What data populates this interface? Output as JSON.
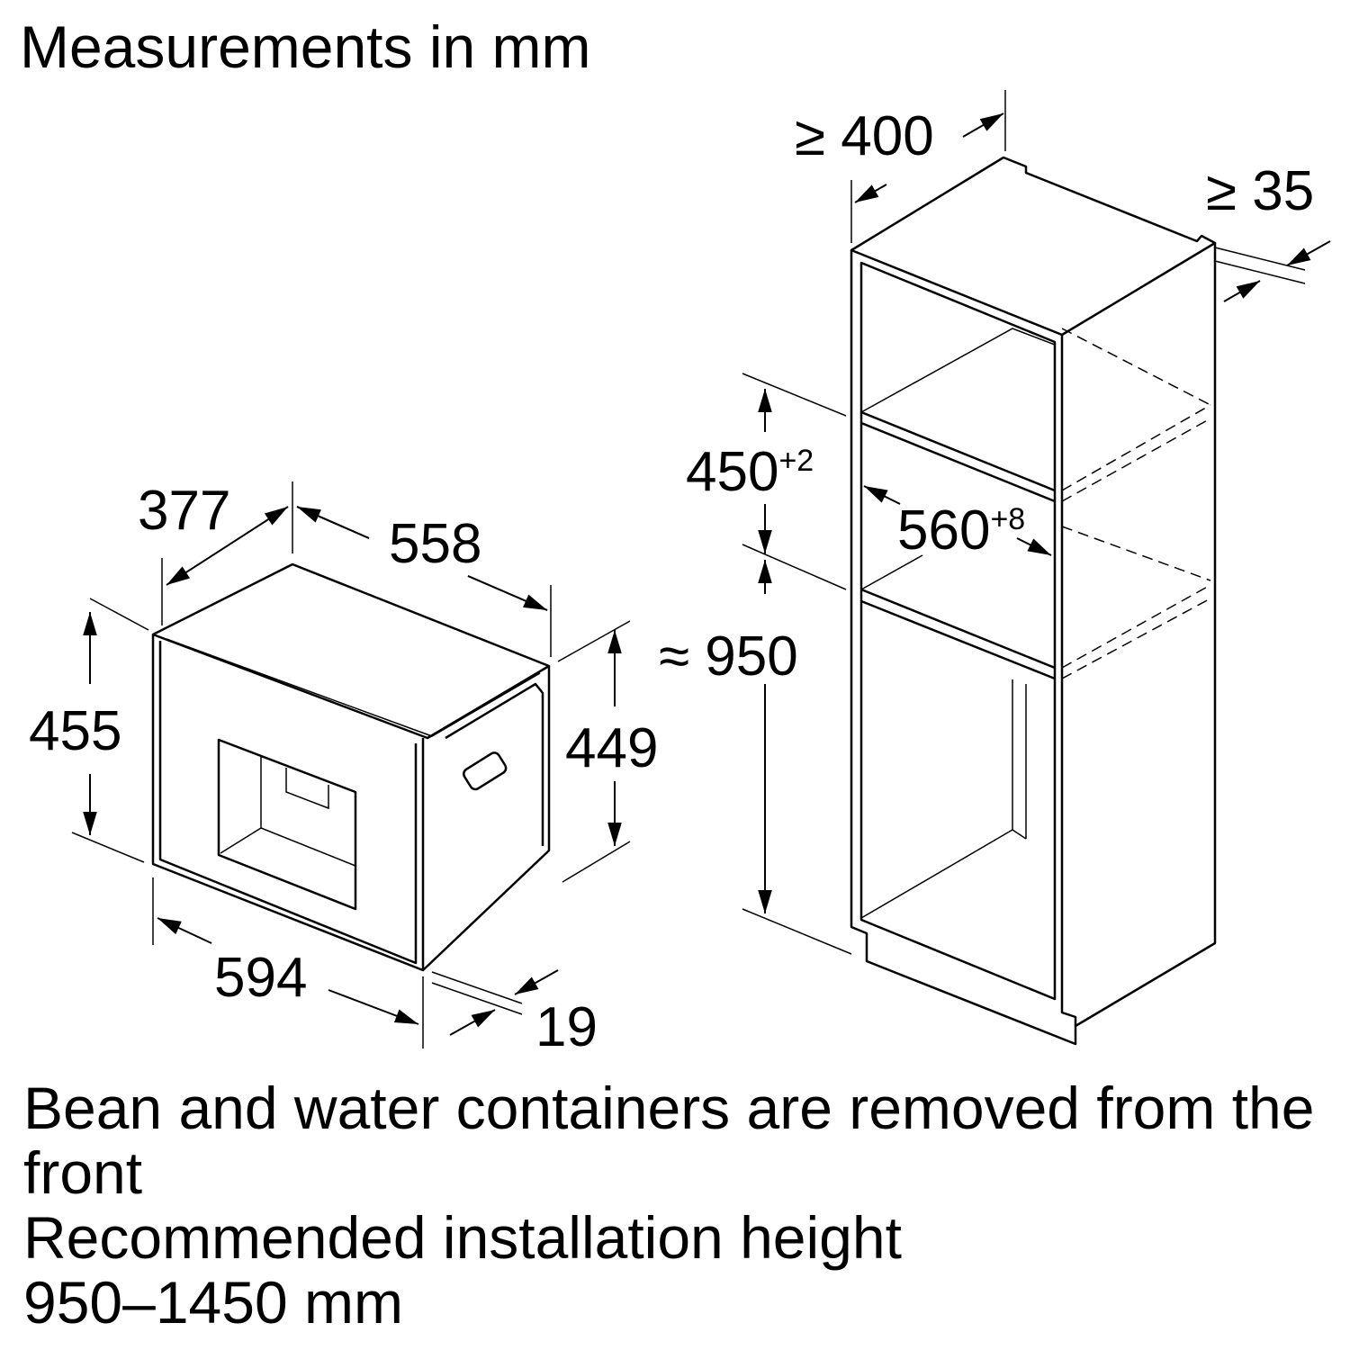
{
  "title": "Measurements in mm",
  "appliance": {
    "depth_top": "377",
    "depth": "558",
    "height_front": "455",
    "height_side": "449",
    "width": "594",
    "front_thickness": "19"
  },
  "cabinet": {
    "min_depth": "≥ 400",
    "min_gap": "≥ 35",
    "niche_height": "450",
    "niche_height_tol": "+2",
    "niche_width": "560",
    "niche_width_tol": "+8",
    "install_height": "≈ 950"
  },
  "notes": [
    "Bean and water containers are removed from the front",
    "Recommended installation height 950–1450 mm"
  ]
}
